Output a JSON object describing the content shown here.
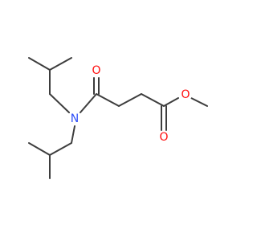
{
  "structure": {
    "atoms": [
      {
        "id": "O1",
        "symbol": "O",
        "color": "#ff0d0d"
      },
      {
        "id": "N1",
        "symbol": "N",
        "color": "#3050f8"
      },
      {
        "id": "O2",
        "symbol": "O",
        "color": "#ff0d0d"
      },
      {
        "id": "O3",
        "symbol": "O",
        "color": "#ff0d0d"
      }
    ],
    "bond_color": "#3d3d3d"
  }
}
